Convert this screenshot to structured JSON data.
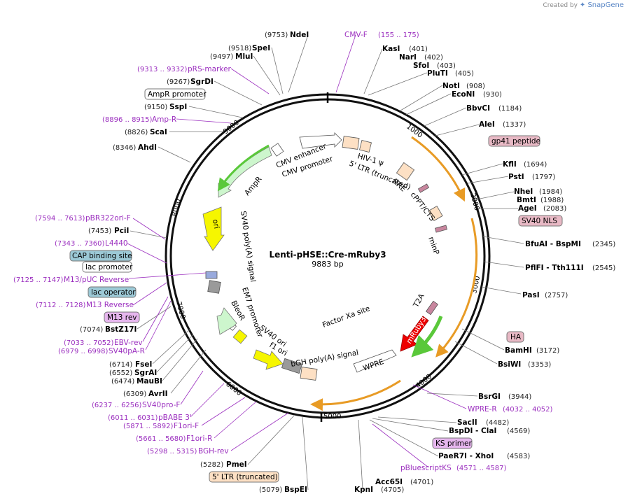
{
  "credit": {
    "prefix": "Created by",
    "brand": "SnapGene"
  },
  "title": "Lenti-pHSE::Cre-mRuby3",
  "length": "9883 bp",
  "ticks": [
    "1000",
    "2000",
    "3000",
    "4000",
    "5000",
    "6000",
    "7000",
    "8000",
    "9000"
  ],
  "enzymes": [
    {
      "num": "(9753)",
      "name": "NdeI"
    },
    {
      "num": "(9518)",
      "name": "SpeI"
    },
    {
      "num": "(9497)",
      "name": "MluI"
    },
    {
      "num": "(9267)",
      "name": "SgrDI"
    },
    {
      "num": "(9150)",
      "name": "SspI"
    },
    {
      "num": "(8826)",
      "name": "ScaI"
    },
    {
      "num": "(8346)",
      "name": "AhdI"
    },
    {
      "num": "(7453)",
      "name": "PciI"
    },
    {
      "num": "(7074)",
      "name": "BstZ17I"
    },
    {
      "num": "(6714)",
      "name": "FseI"
    },
    {
      "num": "(6552)",
      "name": "SgrAI"
    },
    {
      "num": "(6474)",
      "name": "MauBI"
    },
    {
      "num": "(6309)",
      "name": "AvrII"
    },
    {
      "num": "(5282)",
      "name": "PmeI"
    },
    {
      "num": "(5079)",
      "name": "BspEI"
    },
    {
      "num": "(401)",
      "name": "KasI"
    },
    {
      "num": "(402)",
      "name": "NarI"
    },
    {
      "num": "(403)",
      "name": "SfoI"
    },
    {
      "num": "(405)",
      "name": "PluTI"
    },
    {
      "num": "(908)",
      "name": "NotI"
    },
    {
      "num": "(930)",
      "name": "EcoNI"
    },
    {
      "num": "(1184)",
      "name": "BbvCI"
    },
    {
      "num": "(1337)",
      "name": "AleI"
    },
    {
      "num": "(1694)",
      "name": "KflI"
    },
    {
      "num": "(1797)",
      "name": "PstI"
    },
    {
      "num": "(1984)",
      "name": "NheI"
    },
    {
      "num": "(1988)",
      "name": "BmtI"
    },
    {
      "num": "(2083)",
      "name": "AgeI"
    },
    {
      "num": "(2345)",
      "name": "BfuAI - BspMI"
    },
    {
      "num": "(2545)",
      "name": "PflFI - Tth111I"
    },
    {
      "num": "(2757)",
      "name": "PasI"
    },
    {
      "num": "(3172)",
      "name": "BamHI"
    },
    {
      "num": "(3353)",
      "name": "BsiWI"
    },
    {
      "num": "(3944)",
      "name": "BsrGI"
    },
    {
      "num": "(4482)",
      "name": "SacII"
    },
    {
      "num": "(4569)",
      "name": "BspDI - ClaI"
    },
    {
      "num": "(4583)",
      "name": "PaeR7I - XhoI"
    },
    {
      "num": "(4701)",
      "name": "Acc65I"
    },
    {
      "num": "(4705)",
      "name": "KpnI"
    }
  ],
  "primers": [
    {
      "label": "CMV-F",
      "range": "(155 .. 175)"
    },
    {
      "label": "pRS-marker",
      "range": "(9313 .. 9332)"
    },
    {
      "label": "Amp-R",
      "range": "(8896 .. 8915)"
    },
    {
      "label": "pBR322ori-F",
      "range": "(7594 .. 7613)"
    },
    {
      "label": "L4440",
      "range": "(7343 .. 7360)"
    },
    {
      "label": "M13/pUC Reverse",
      "range": "(7125 .. 7147)"
    },
    {
      "label": "M13 Reverse",
      "range": "(7112 .. 7128)"
    },
    {
      "label": "EBV-rev",
      "range": "(7033 .. 7052)"
    },
    {
      "label": "SV40pA-R",
      "range": "(6979 .. 6998)"
    },
    {
      "label": "SV40pro-F",
      "range": "(6237 .. 6256)"
    },
    {
      "label": "pBABE 3'",
      "range": "(6011 .. 6031)"
    },
    {
      "label": "F1ori-F",
      "range": "(5871 .. 5892)"
    },
    {
      "label": "F1ori-R",
      "range": "(5661 .. 5680)"
    },
    {
      "label": "BGH-rev",
      "range": "(5298 .. 5315)"
    },
    {
      "label": "WPRE-R",
      "range": "(4032 .. 4052)"
    },
    {
      "label": "pBluescriptKS",
      "range": "(4571 .. 4587)"
    }
  ],
  "boxes": [
    {
      "label": "AmpR promoter"
    },
    {
      "label": "CAP binding site"
    },
    {
      "label": "lac promoter"
    },
    {
      "label": "lac operator"
    },
    {
      "label": "M13 rev"
    },
    {
      "label": "gp41 peptide"
    },
    {
      "label": "SV40 NLS"
    },
    {
      "label": "HA"
    },
    {
      "label": "KS primer"
    },
    {
      "label": "5' LTR (truncated)"
    }
  ],
  "features": [
    {
      "label": "CMV enhancer"
    },
    {
      "label": "CMV promoter"
    },
    {
      "label": "HIV-1 ψ"
    },
    {
      "label": "5' LTR (truncated)"
    },
    {
      "label": "RRE"
    },
    {
      "label": "cPPT/CTS"
    },
    {
      "label": "minP"
    },
    {
      "label": "T2A"
    },
    {
      "label": "mRuby3"
    },
    {
      "label": "WPRE"
    },
    {
      "label": "Factor Xa site"
    },
    {
      "label": "bGH poly(A) signal"
    },
    {
      "label": "f1 ori"
    },
    {
      "label": "SV40 ori"
    },
    {
      "label": "BleoR"
    },
    {
      "label": "EM7 promoter"
    },
    {
      "label": "SV40 poly(A) signal"
    },
    {
      "label": "ori"
    },
    {
      "label": "AmpR"
    }
  ]
}
